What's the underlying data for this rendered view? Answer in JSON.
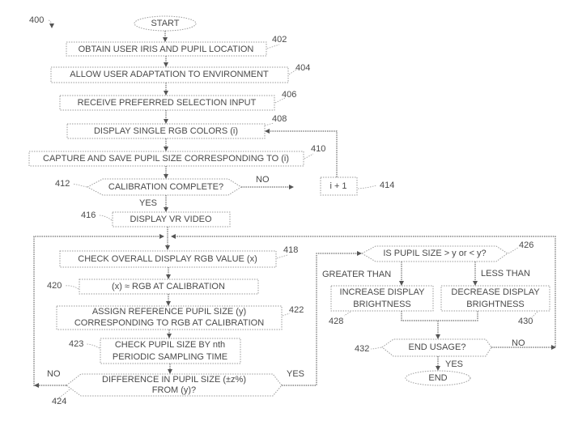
{
  "figure": {
    "ref": "400",
    "start": "START",
    "end": "END"
  },
  "steps": {
    "s402": {
      "ref": "402",
      "lines": [
        "OBTAIN USER IRIS AND PUPIL LOCATION"
      ]
    },
    "s404": {
      "ref": "404",
      "lines": [
        "ALLOW USER ADAPTATION TO ENVIRONMENT"
      ]
    },
    "s406": {
      "ref": "406",
      "lines": [
        "RECEIVE PREFERRED SELECTION INPUT"
      ]
    },
    "s408": {
      "ref": "408",
      "lines": [
        "DISPLAY SINGLE RGB COLORS (i)"
      ]
    },
    "s410": {
      "ref": "410",
      "lines": [
        "CAPTURE AND SAVE PUPIL SIZE CORRESPONDING TO (i)"
      ]
    },
    "s412": {
      "ref": "412",
      "lines": [
        "CALIBRATION COMPLETE?"
      ]
    },
    "s414": {
      "ref": "414",
      "lines": [
        "i + 1"
      ]
    },
    "s416": {
      "ref": "416",
      "lines": [
        "DISPLAY VR VIDEO"
      ]
    },
    "s418": {
      "ref": "418",
      "lines": [
        "CHECK OVERALL DISPLAY RGB VALUE (x)"
      ]
    },
    "s420": {
      "ref": "420",
      "lines": [
        "(x) ≈ RGB AT CALIBRATION"
      ]
    },
    "s422": {
      "ref": "422",
      "lines": [
        "ASSIGN REFERENCE PUPIL SIZE (y)",
        "CORRESPONDING TO RGB AT CALIBRATION"
      ]
    },
    "s423": {
      "ref": "423",
      "lines": [
        "CHECK PUPIL SIZE BY nth",
        "PERIODIC SAMPLING TIME"
      ]
    },
    "s424": {
      "ref": "424",
      "lines": [
        "DIFFERENCE IN PUPIL SIZE (±z%)",
        "FROM (y)?"
      ]
    },
    "s426": {
      "ref": "426",
      "lines": [
        "IS PUPIL SIZE > y  or < y?"
      ]
    },
    "s428": {
      "ref": "428",
      "lines": [
        "INCREASE DISPLAY",
        "BRIGHTNESS"
      ]
    },
    "s430": {
      "ref": "430",
      "lines": [
        "DECREASE DISPLAY",
        "BRIGHTNESS"
      ]
    },
    "s432": {
      "ref": "432",
      "lines": [
        "END USAGE?"
      ]
    }
  },
  "edge_labels": {
    "calib_no": "NO",
    "calib_yes": "YES",
    "diff_no": "NO",
    "diff_yes": "YES",
    "greater": "GREATER THAN",
    "less": "LESS THAN",
    "end_no": "NO",
    "end_yes": "YES"
  }
}
